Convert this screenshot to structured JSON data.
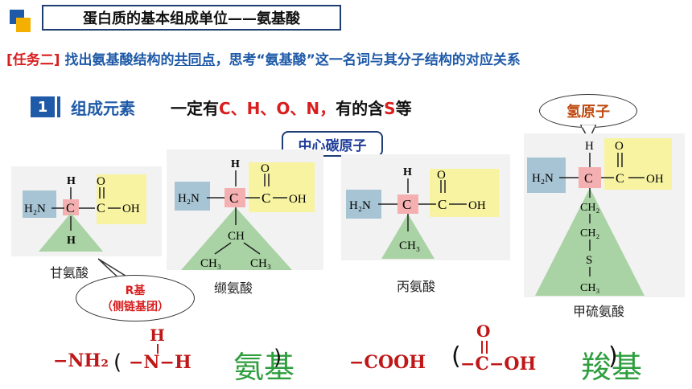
{
  "header": {
    "title": "蛋白质的基本组成单位——氨基酸"
  },
  "task": {
    "tag": "[任务二]",
    "part1": " 找出氨基酸结构的",
    "underlined": "共同点",
    "part2": "，思考“氨基酸”这一名词与其分子结构的对应关系"
  },
  "section": {
    "number": "1",
    "title": "组成元素",
    "line_prefix": "一定有",
    "elements": "C、H、O、N",
    "comma": "，",
    "line_mid": "有的含",
    "sulfur": "S",
    "line_suffix": "等"
  },
  "callouts": {
    "center_carbon": "中心碳原子",
    "hydrogen_atom": "氢原子",
    "r_group_1": "R基",
    "r_group_2": "（侧链基团）"
  },
  "atoms": {
    "H": "H",
    "C": "C",
    "O": "O",
    "N": "N",
    "OH": "OH",
    "H2N": "H₂N",
    "CH3": "CH₃",
    "CH2": "CH₂",
    "S": "S",
    "CH": "CH"
  },
  "molecules": [
    {
      "name": "甘氨酸"
    },
    {
      "name": "缬氨酸"
    },
    {
      "name": "丙氨酸"
    },
    {
      "name": "甲硫氨酸"
    }
  ],
  "bottom": {
    "amino_formula": "−NH₂",
    "open_paren": "(",
    "close_paren": ")",
    "nh_expanded": "−N−H",
    "amino_name": "氨基",
    "carboxyl_formula": "−COOH",
    "carboxyl_expanded": "−C−OH",
    "carboxyl_name": "羧基"
  },
  "colors": {
    "blue": "#1f5aa8",
    "red": "#d81e1e",
    "green_triangle": "#a9d3a4",
    "yellow_box": "#f7f3a0",
    "blue_box": "#a7c4d4",
    "pink_box": "#f4b0b0"
  }
}
